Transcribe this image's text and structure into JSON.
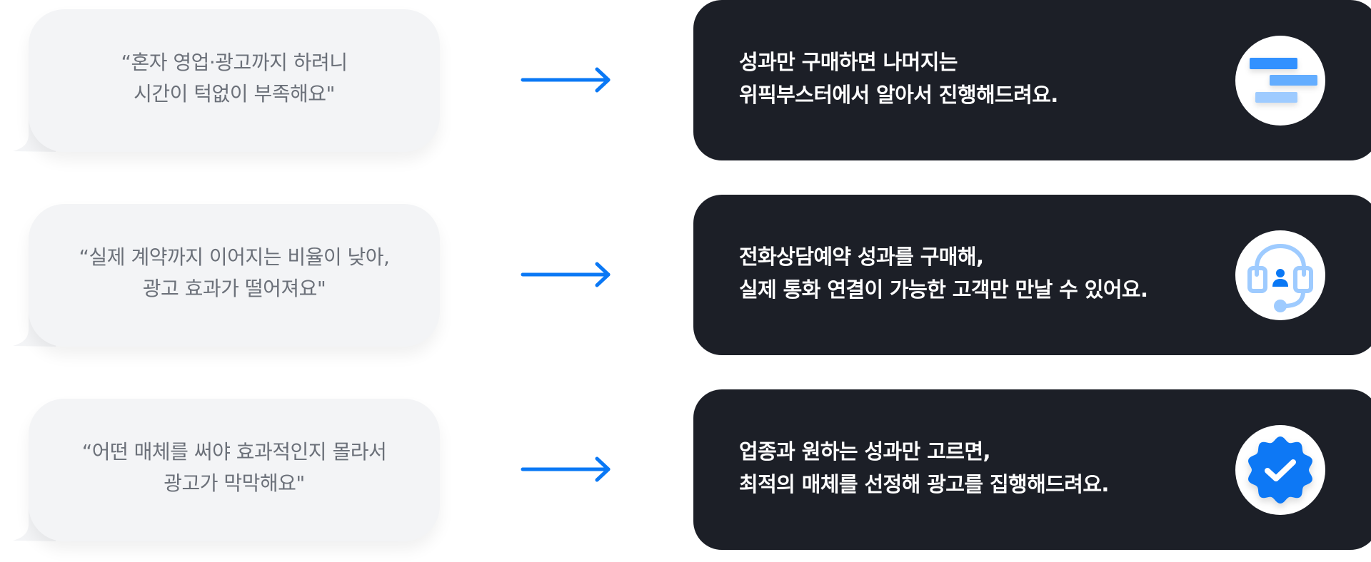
{
  "colors": {
    "accent": "#0a78f5",
    "bubble_bg": "#f3f4f6",
    "bubble_text": "#6b7079",
    "card_bg": "#1c1f27",
    "card_text": "#ffffff",
    "icon_light": "#9ecbff",
    "icon_mid": "#64adff",
    "icon_strong": "#3391ff"
  },
  "rows": [
    {
      "problem": "“혼자 영업·광고까지 하려니\n시간이 턱없이 부족해요\"",
      "solution": "성과만 구매하면 나머지는\n위픽부스터에서 알아서 진행해드려요.",
      "icon": "timeline-bars-icon"
    },
    {
      "problem": "“실제 계약까지 이어지는 비율이 낮아,\n광고 효과가 떨어져요\"",
      "solution": "전화상담예약 성과를 구매해,\n실제 통화 연결이 가능한 고객만 만날 수 있어요.",
      "icon": "headset-agent-icon"
    },
    {
      "problem": "“어떤 매체를 써야 효과적인지 몰라서\n광고가 막막해요\"",
      "solution": "업종과 원하는 성과만 고르면,\n최적의 매체를 선정해 광고를 집행해드려요.",
      "icon": "verified-badge-icon"
    }
  ]
}
